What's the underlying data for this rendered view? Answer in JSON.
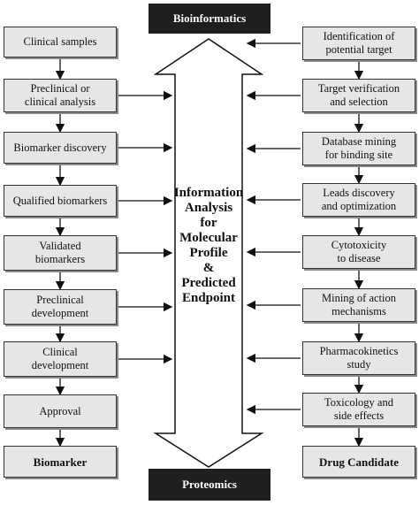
{
  "top_header": "Bioinformatics",
  "bottom_header": "Proteomics",
  "left_column": [
    "Clinical samples",
    "Preclinical or\nclinical analysis",
    "Biomarker discovery",
    "Qualified biomarkers",
    "Validated\nbiomarkers",
    "Preclinical\ndevelopment",
    "Clinical\ndevelopment",
    "Approval"
  ],
  "left_output": "Biomarker",
  "right_column": [
    "Identification of\npotential target",
    "Target verification\nand selection",
    "Database mining\nfor binding site",
    "Leads discovery\nand optimization",
    "Cytotoxicity\nto disease",
    "Mining of action\nmechanisms",
    "Pharmacokinetics\nstudy",
    "Toxicology and\nside effects"
  ],
  "right_output": "Drug Candidate",
  "center_lines": [
    "Information",
    "Analysis",
    "for",
    "Molecular",
    "Profile",
    "&",
    "Predicted",
    "Endpoint"
  ],
  "colors": {
    "box_fill": "#e6e6e6",
    "header_fill": "#1f1f1f",
    "arrow_fill": "#ffffff",
    "line": "#111111"
  }
}
